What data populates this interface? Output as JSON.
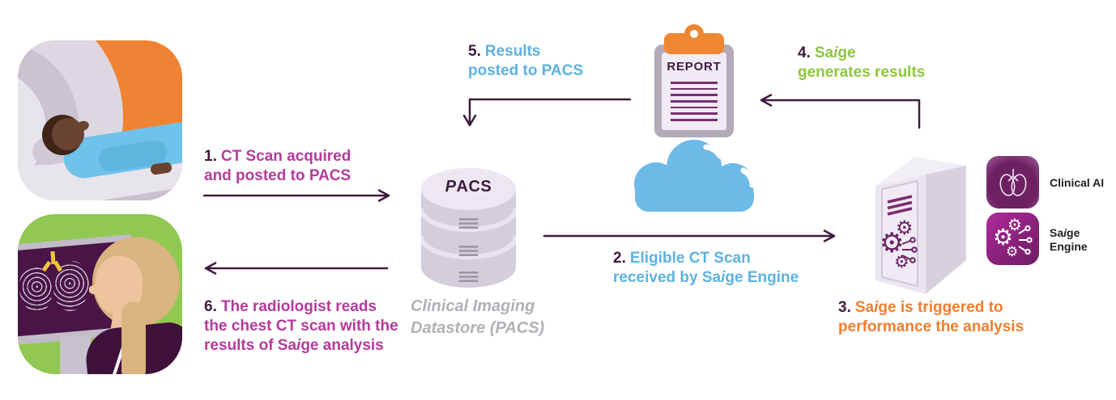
{
  "palette": {
    "plum": "#3F1A3E",
    "magenta": "#B53A9C",
    "blue": "#5CB2E2",
    "green": "#8CC63F",
    "orange": "#F07E2E",
    "caption-gray": "#A7A2AB",
    "cloud-blue": "#6DB9E8",
    "clip-orange": "#EF8632",
    "line-purple": "#7B2D6E",
    "label-black": "#231F20"
  },
  "steps": {
    "s1": {
      "num": "1.",
      "line1": "CT Scan acquired",
      "line2": "and posted to PACS"
    },
    "s2": {
      "num": "2.",
      "line1": "Eligible CT Scan",
      "line2_pre": "received by Sa",
      "line2_it": "i",
      "line2_post": "ge Engine"
    },
    "s3": {
      "num": "3.",
      "line1_pre": "Sa",
      "line1_it": "i",
      "line1_post": "ge is triggered to",
      "line2": "performance the analysis"
    },
    "s4": {
      "num": "4.",
      "line1_pre": "Sa",
      "line1_it": "i",
      "line1_post": "ge",
      "line2": "generates results"
    },
    "s5": {
      "num": "5.",
      "line1": "Results",
      "line2": "posted to PACS"
    },
    "s6": {
      "num": "6.",
      "line1": "The radiologist reads",
      "line2": "the chest CT scan with the",
      "line3_pre": "results of Sa",
      "line3_it": "i",
      "line3_post": "ge analysis"
    }
  },
  "pacs": {
    "label_it": "P",
    "label_rest": "ACS",
    "caption_line1": "Clinical Imaging",
    "caption_line2": "Datastore (PACS)"
  },
  "report": {
    "title": "REPORT"
  },
  "apps": {
    "clinical_ai_label": "Clinical AI",
    "saige_pre": "Sa",
    "saige_it": "i",
    "saige_post": "ge",
    "saige_line2": "Engine"
  },
  "icons": {
    "gear_glyph": "⚙"
  }
}
